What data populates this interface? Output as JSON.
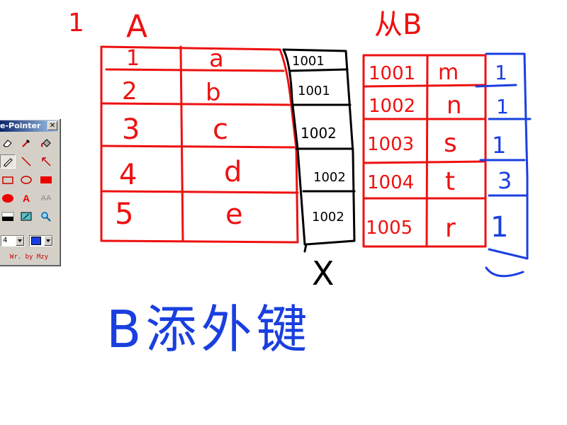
{
  "whiteboard": {
    "num_mark": "1",
    "table_a": {
      "title": "A",
      "rows": [
        {
          "id": "1",
          "val": "a"
        },
        {
          "id": "2",
          "val": "b"
        },
        {
          "id": "3",
          "val": "c"
        },
        {
          "id": "4",
          "val": "d"
        },
        {
          "id": "5",
          "val": "e"
        }
      ],
      "fk_column": [
        "1001",
        "1001",
        "1002",
        "1002",
        "1002"
      ],
      "fk_rejected_mark": "X"
    },
    "table_b": {
      "title": "从B",
      "rows": [
        {
          "id": "1001",
          "val": "m",
          "fk": "1"
        },
        {
          "id": "1002",
          "val": "n",
          "fk": "1"
        },
        {
          "id": "1003",
          "val": "s",
          "fk": "1"
        },
        {
          "id": "1004",
          "val": "t",
          "fk": "3"
        },
        {
          "id": "1005",
          "val": "r",
          "fk": "1"
        }
      ]
    },
    "caption": "B添外键"
  },
  "palette": {
    "title": "e-Pointer",
    "close": "✕",
    "tools": [
      "eraser-icon",
      "eyedropper-icon",
      "fill-icon",
      "pen-icon",
      "line-icon",
      "arrow-icon",
      "rectangle-icon",
      "ellipse-icon",
      "filled-rectangle-icon",
      "filled-ellipse-icon",
      "text-icon",
      "font-size-icon",
      "black-screen-icon",
      "capture-icon",
      "zoom-icon"
    ],
    "text_tool_label": "A",
    "font_tool_label": "AA",
    "pen_width": "4",
    "credit": "Wr. by Mzy"
  },
  "colors": {
    "ink_red": "#ee1111",
    "ink_blue": "#1a3fe0",
    "ink_black": "#000000",
    "palette_bg": "#d4d0c8"
  }
}
